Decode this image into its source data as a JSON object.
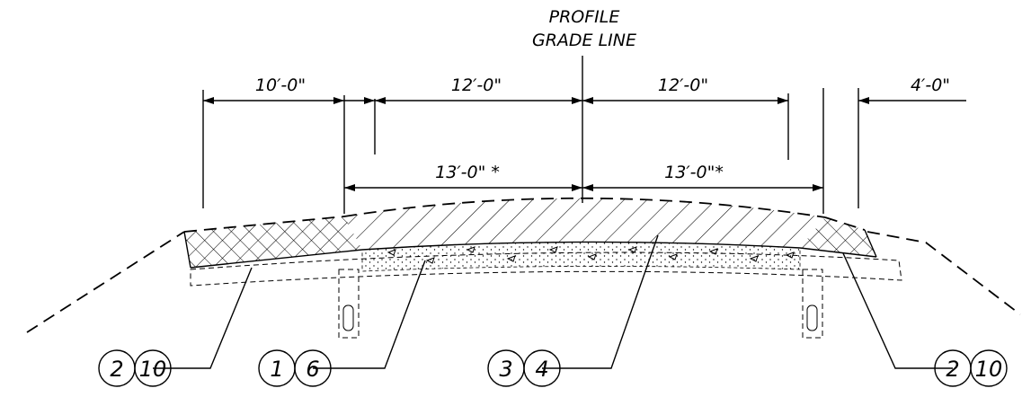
{
  "profile": {
    "line1": "PROFILE",
    "line2": "GRADE LINE"
  },
  "dimensions": {
    "left_shoulder": "10′-0\"",
    "left_lane": "12′-0\"",
    "right_lane": "12′-0\"",
    "right_shoulder": "4′-0\"",
    "left_pavement": "13′-0\" *",
    "right_pavement": "13′-0\"*"
  },
  "callouts": [
    {
      "a": "2",
      "b": "10"
    },
    {
      "a": "1",
      "b": "6"
    },
    {
      "a": "3",
      "b": "4"
    },
    {
      "a": "2",
      "b": "10"
    }
  ]
}
